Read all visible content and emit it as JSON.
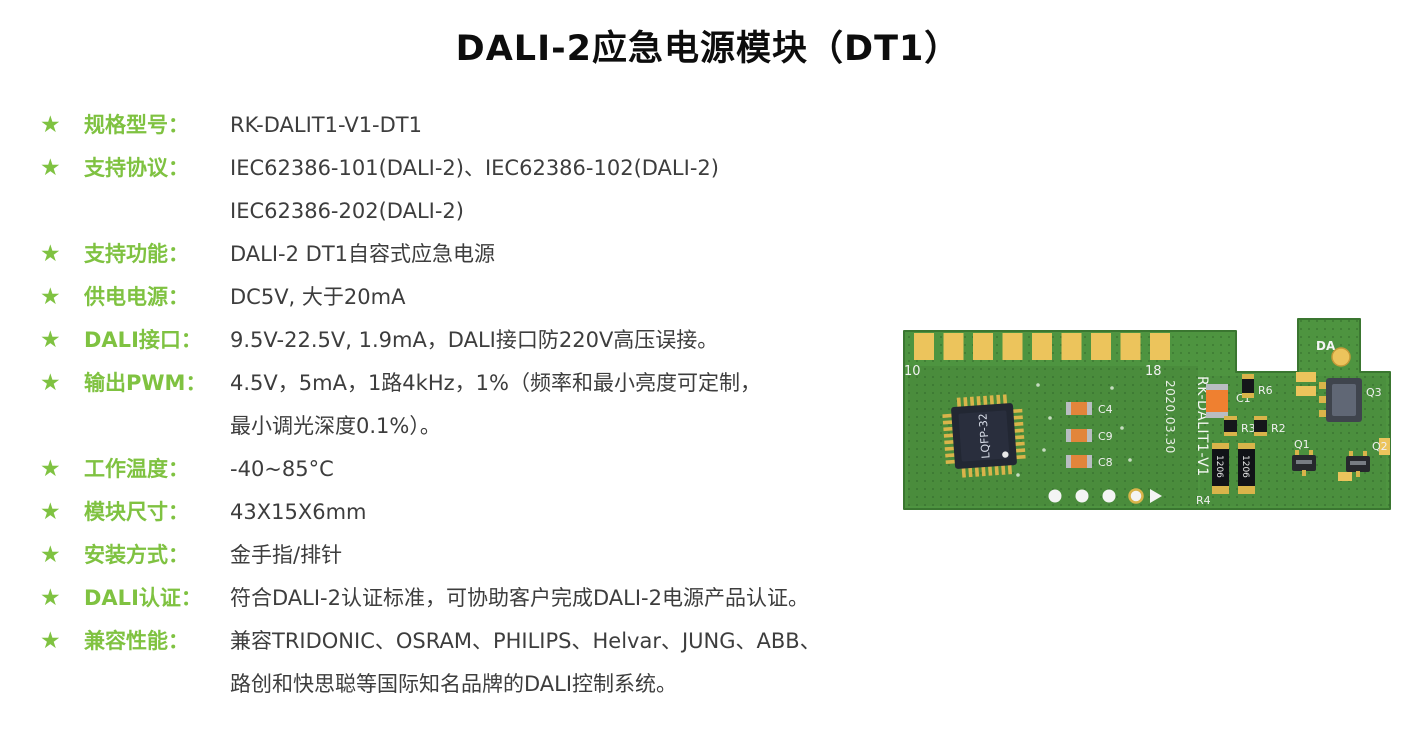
{
  "page": {
    "title": "DALI-2应急电源模块（DT1）"
  },
  "icons": {
    "star": "★"
  },
  "colors": {
    "accent_green": "#7fc241",
    "pcb_green": "#4e9440",
    "pad_gold": "#ecc45c"
  },
  "specs": [
    {
      "label": "规格型号：",
      "lines": [
        "RK-DALIT1-V1-DT1"
      ]
    },
    {
      "label": "支持协议：",
      "lines": [
        "IEC62386-101(DALI-2)、IEC62386-102(DALI-2)",
        "IEC62386-202(DALI-2)"
      ]
    },
    {
      "label": "支持功能：",
      "lines": [
        "DALI-2 DT1自容式应急电源"
      ]
    },
    {
      "label": "供电电源：",
      "lines": [
        "DC5V, 大于20mA"
      ]
    },
    {
      "label": "DALI接口：",
      "lines": [
        "9.5V-22.5V, 1.9mA，DALI接口防220V高压误接。"
      ]
    },
    {
      "label": "输出PWM：",
      "lines": [
        "4.5V，5mA，1路4kHz，1%（频率和最小亮度可定制，",
        "最小调光深度0.1%）。"
      ]
    },
    {
      "label": "工作温度：",
      "lines": [
        "-40~85°C"
      ]
    },
    {
      "label": "模块尺寸：",
      "lines": [
        "43X15X6mm"
      ]
    },
    {
      "label": "安装方式：",
      "lines": [
        "金手指/排针"
      ]
    },
    {
      "label": "DALI认证：",
      "lines": [
        "符合DALI-2认证标准，可协助客户完成DALI-2电源产品认证。"
      ]
    },
    {
      "label": "兼容性能：",
      "lines": [
        "兼容TRIDONIC、OSRAM、PHILIPS、Helvar、JUNG、ABB、",
        "路创和快思聪等国际知名品牌的DALI控制系统。"
      ]
    }
  ],
  "pcb": {
    "pin_start": "10",
    "pin_end": "18",
    "chip_label": "LQFP-32",
    "cap_c4": "C4",
    "cap_c9": "C9",
    "cap_c8": "C8",
    "silk_date": "2020.03.30",
    "silk_model": "RK-DALIT1-V1",
    "cap_c1": "C1",
    "res_r6": "R6",
    "res_r3": "R3",
    "res_r2": "R2",
    "res_r4": "R4",
    "q1": "Q1",
    "q2": "Q2",
    "q3": "Q3",
    "pkg_1206_a": "1206",
    "pkg_1206_b": "1206",
    "tab_label": "DA"
  }
}
